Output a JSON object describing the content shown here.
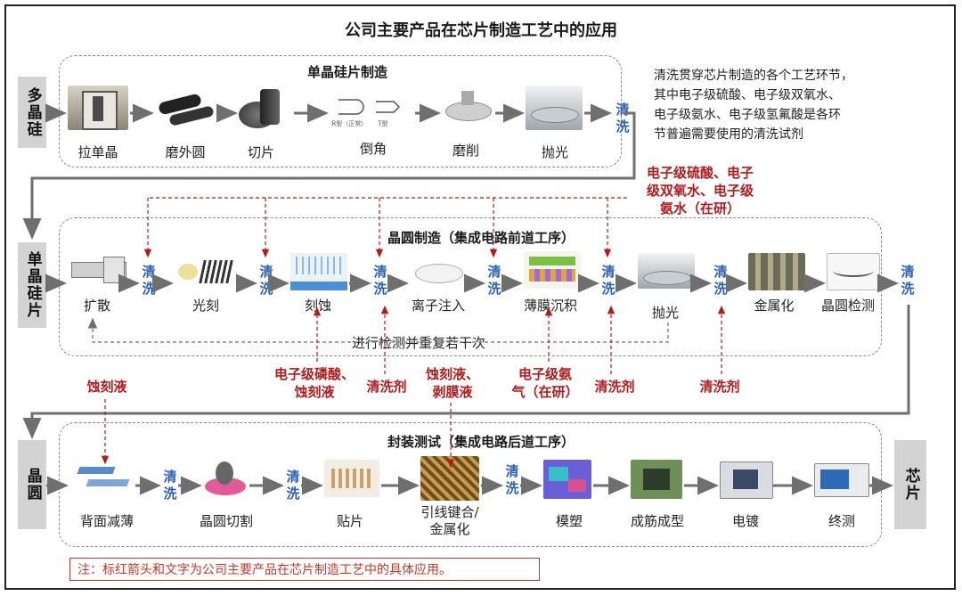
{
  "title": "公司主要产品在芯片制造工艺中的应用",
  "description": "清洗贯穿芯片制造的各个工艺环节，其中电子级硫酸、电子级双氧水、电子级氨水、电子级氢氟酸是各环节普遍需要使用的清洗试剂",
  "description_lines": [
    "清洗贯穿芯片制造的各个工艺环节，",
    "其中电子级硫酸、电子级双氧水、",
    "电子级氨水、电子级氢氟酸是各环",
    "节普遍需要使用的清洗试剂"
  ],
  "left_boxes": {
    "row1": "多晶硅",
    "row2": "单晶硅片",
    "row3": "晶圆"
  },
  "end_box": "芯片",
  "clean_label": "清洗",
  "row1": {
    "section_title": "单晶硅片制造",
    "steps": [
      "拉单晶",
      "磨外圆",
      "切片",
      "倒角",
      "磨削",
      "抛光"
    ],
    "chamfer_sub": [
      "R型（正常）",
      "T型"
    ]
  },
  "row2": {
    "section_title": "晶圆制造（集成电路前道工序）",
    "steps": [
      "扩散",
      "光刻",
      "刻蚀",
      "离子注入",
      "薄膜沉积",
      "抛光",
      "金属化",
      "晶圆检测"
    ],
    "loop_text": "进行检测并重复若干次",
    "red_top": [
      "电子级硫酸、电子",
      "级双氧水、电子级",
      "氨水（在研）"
    ],
    "red_bottom": {
      "etch": [
        "电子级磷酸、",
        "蚀刻液"
      ],
      "clean1": "清洗剂",
      "strip": [
        "蚀刻液、",
        "剥膜液"
      ],
      "ammonia": [
        "电子级氨",
        "气（在研）"
      ],
      "clean2": "清洗剂",
      "clean3": "清洗剂"
    }
  },
  "row3": {
    "section_title": "封装测试（集成电路后道工序）",
    "steps": [
      "背面减薄",
      "晶圆切割",
      "贴片",
      "引线键合/金属化",
      "模塑",
      "成筋成型",
      "电镀",
      "终测"
    ],
    "bond_lines": [
      "引线键合/",
      "金属化"
    ],
    "red_etch": "蚀刻液"
  },
  "note": "注：标红箭头和文字为公司主要产品在芯片制造工艺中的具体应用。",
  "colors": {
    "clean_blue": "#2b5fb4",
    "product_red": "#b21c1c",
    "box_gray": "#d3d3d3",
    "arrow_gray": "#6f6f6f"
  }
}
